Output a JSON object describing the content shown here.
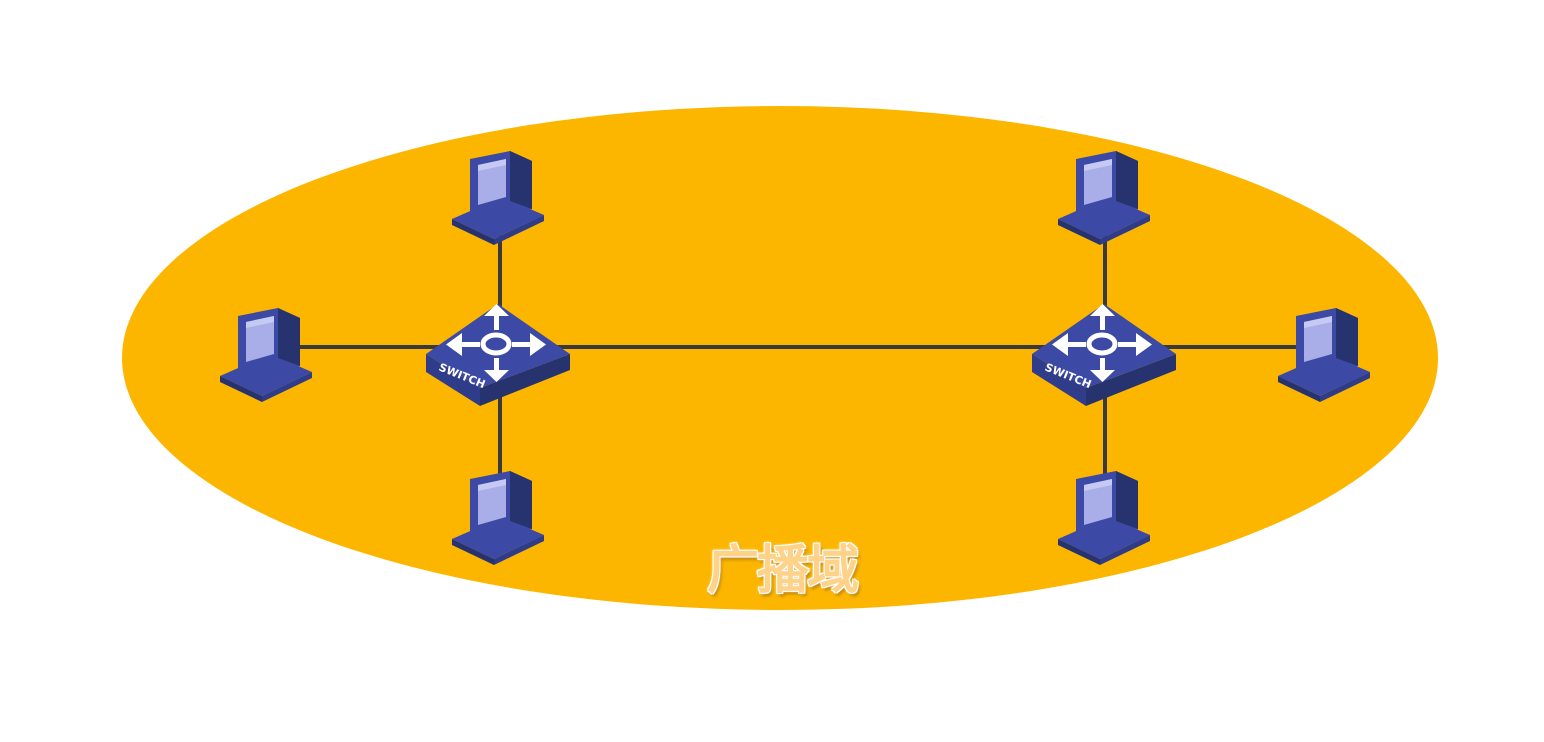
{
  "diagram": {
    "domain_label": "广播域",
    "switches": [
      {
        "id": "switch-left",
        "label": "SWITCH"
      },
      {
        "id": "switch-right",
        "label": "SWITCH"
      }
    ],
    "computers": [
      {
        "id": "pc-left-top",
        "connected_to": "switch-left"
      },
      {
        "id": "pc-left-side",
        "connected_to": "switch-left"
      },
      {
        "id": "pc-left-bottom",
        "connected_to": "switch-left"
      },
      {
        "id": "pc-right-top",
        "connected_to": "switch-right"
      },
      {
        "id": "pc-right-side",
        "connected_to": "switch-right"
      },
      {
        "id": "pc-right-bottom",
        "connected_to": "switch-right"
      }
    ],
    "links": [
      [
        "switch-left",
        "switch-right"
      ],
      [
        "switch-left",
        "pc-left-top"
      ],
      [
        "switch-left",
        "pc-left-side"
      ],
      [
        "switch-left",
        "pc-left-bottom"
      ],
      [
        "switch-right",
        "pc-right-top"
      ],
      [
        "switch-right",
        "pc-right-side"
      ],
      [
        "switch-right",
        "pc-right-bottom"
      ]
    ],
    "colors": {
      "domain_fill": "#fdb600",
      "device_blue": "#3c4aa6",
      "device_dark": "#27336f",
      "screen": "#a9aee8",
      "link": "#3a3a3a"
    },
    "icons": {
      "switch": "switch-icon",
      "computer": "computer-icon"
    }
  }
}
